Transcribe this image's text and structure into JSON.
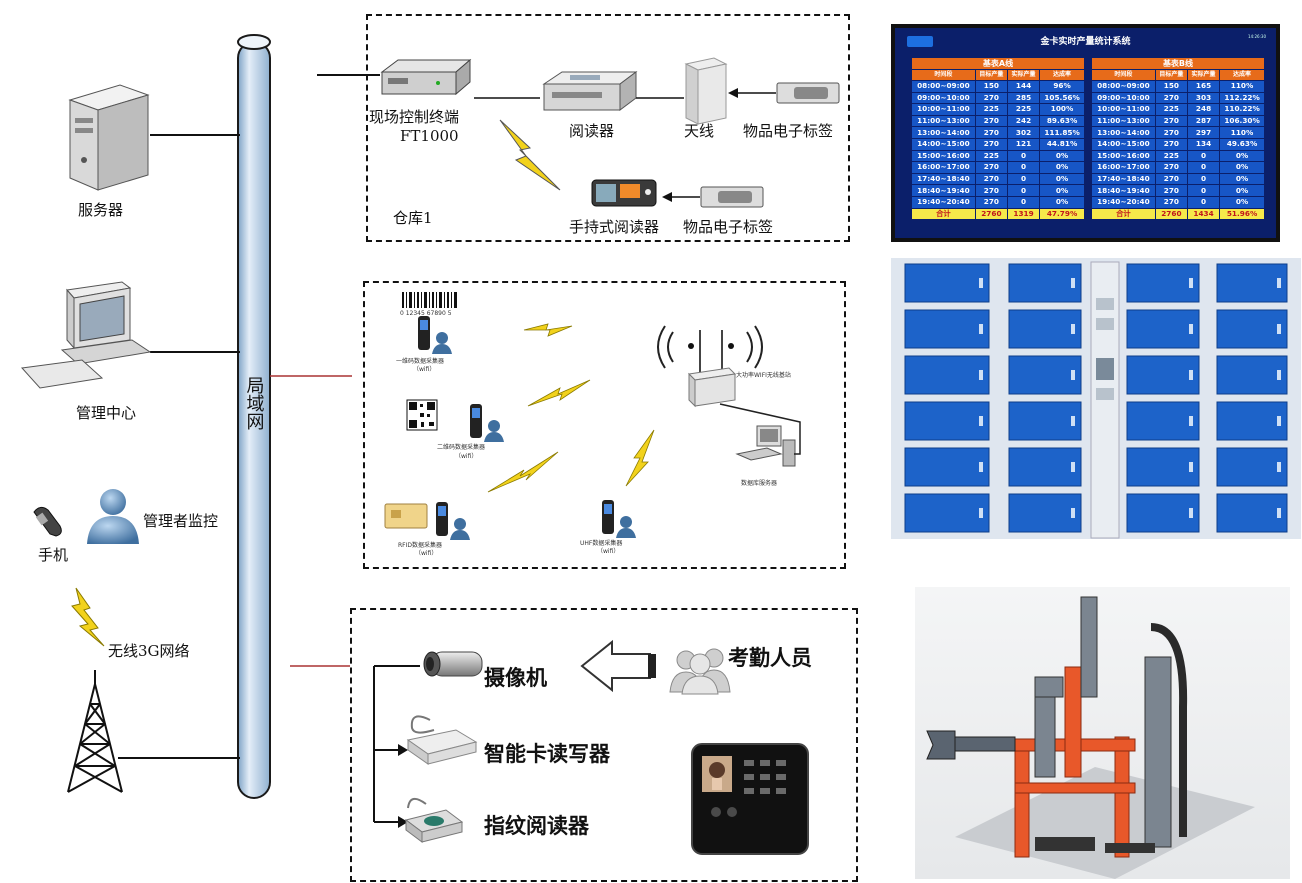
{
  "labels": {
    "server": "服务器",
    "mgmt_center": "管理中心",
    "admin_monitor": "管理者监控",
    "phone": "手机",
    "wireless_3g": "无线3G网络",
    "lan": "局域网",
    "ctrl_terminal": "现场控制终端",
    "ctrl_terminal_model": "FT1000",
    "reader": "阅读器",
    "antenna": "天线",
    "item_tag_1": "物品电子标签",
    "handheld": "手持式阅读器",
    "item_tag_2": "物品电子标签",
    "warehouse": "仓库1",
    "barcode_digits": "0 12345 67890 5",
    "collector_1d": "一维码数据采集器",
    "collector_2d": "二维码数据采集器",
    "collector_rfid": "RFID数据采集器",
    "collector_uhf": "UHF数据采集器",
    "wifi": "（wifi）",
    "wifi_base": "大功率WIFI无线基站",
    "db_server": "数据库服务器",
    "camera": "摄像机",
    "attendance": "考勤人员",
    "card_reader": "智能卡读写器",
    "fingerprint": "指纹阅读器"
  },
  "scoreboard": {
    "title": "金卡实时产量统计系统",
    "time": "14:26:30",
    "left_title": "基表A线",
    "right_title": "基表B线",
    "columns": [
      "时间段",
      "目标产量",
      "实际产量",
      "达成率"
    ],
    "left_rows": [
      [
        "08:00~09:00",
        "150",
        "144",
        "96%"
      ],
      [
        "09:00~10:00",
        "270",
        "285",
        "105.56%"
      ],
      [
        "10:00~11:00",
        "225",
        "225",
        "100%"
      ],
      [
        "11:00~13:00",
        "270",
        "242",
        "89.63%"
      ],
      [
        "13:00~14:00",
        "270",
        "302",
        "111.85%"
      ],
      [
        "14:00~15:00",
        "270",
        "121",
        "44.81%"
      ],
      [
        "15:00~16:00",
        "225",
        "0",
        "0%"
      ],
      [
        "16:00~17:00",
        "270",
        "0",
        "0%"
      ],
      [
        "17:40~18:40",
        "270",
        "0",
        "0%"
      ],
      [
        "18:40~19:40",
        "270",
        "0",
        "0%"
      ],
      [
        "19:40~20:40",
        "270",
        "0",
        "0%"
      ]
    ],
    "left_total": [
      "合计",
      "2760",
      "1319",
      "47.79%"
    ],
    "right_rows": [
      [
        "08:00~09:00",
        "150",
        "165",
        "110%"
      ],
      [
        "09:00~10:00",
        "270",
        "303",
        "112.22%"
      ],
      [
        "10:00~11:00",
        "225",
        "248",
        "110.22%"
      ],
      [
        "11:00~13:00",
        "270",
        "287",
        "106.30%"
      ],
      [
        "13:00~14:00",
        "270",
        "297",
        "110%"
      ],
      [
        "14:00~15:00",
        "270",
        "134",
        "49.63%"
      ],
      [
        "15:00~16:00",
        "225",
        "0",
        "0%"
      ],
      [
        "16:00~17:00",
        "270",
        "0",
        "0%"
      ],
      [
        "17:40~18:40",
        "270",
        "0",
        "0%"
      ],
      [
        "18:40~19:40",
        "270",
        "0",
        "0%"
      ],
      [
        "19:40~20:40",
        "270",
        "0",
        "0%"
      ]
    ],
    "right_total": [
      "合计",
      "2760",
      "1434",
      "51.96%"
    ]
  },
  "colors": {
    "bus": "#b8d0e8",
    "lightning": "#f2d21c",
    "board_bg": "#0b1f6a",
    "board_header": "#e76b1a",
    "board_row": "#1756c6",
    "locker_door": "#1d63c9",
    "robot": "#e8582a"
  }
}
